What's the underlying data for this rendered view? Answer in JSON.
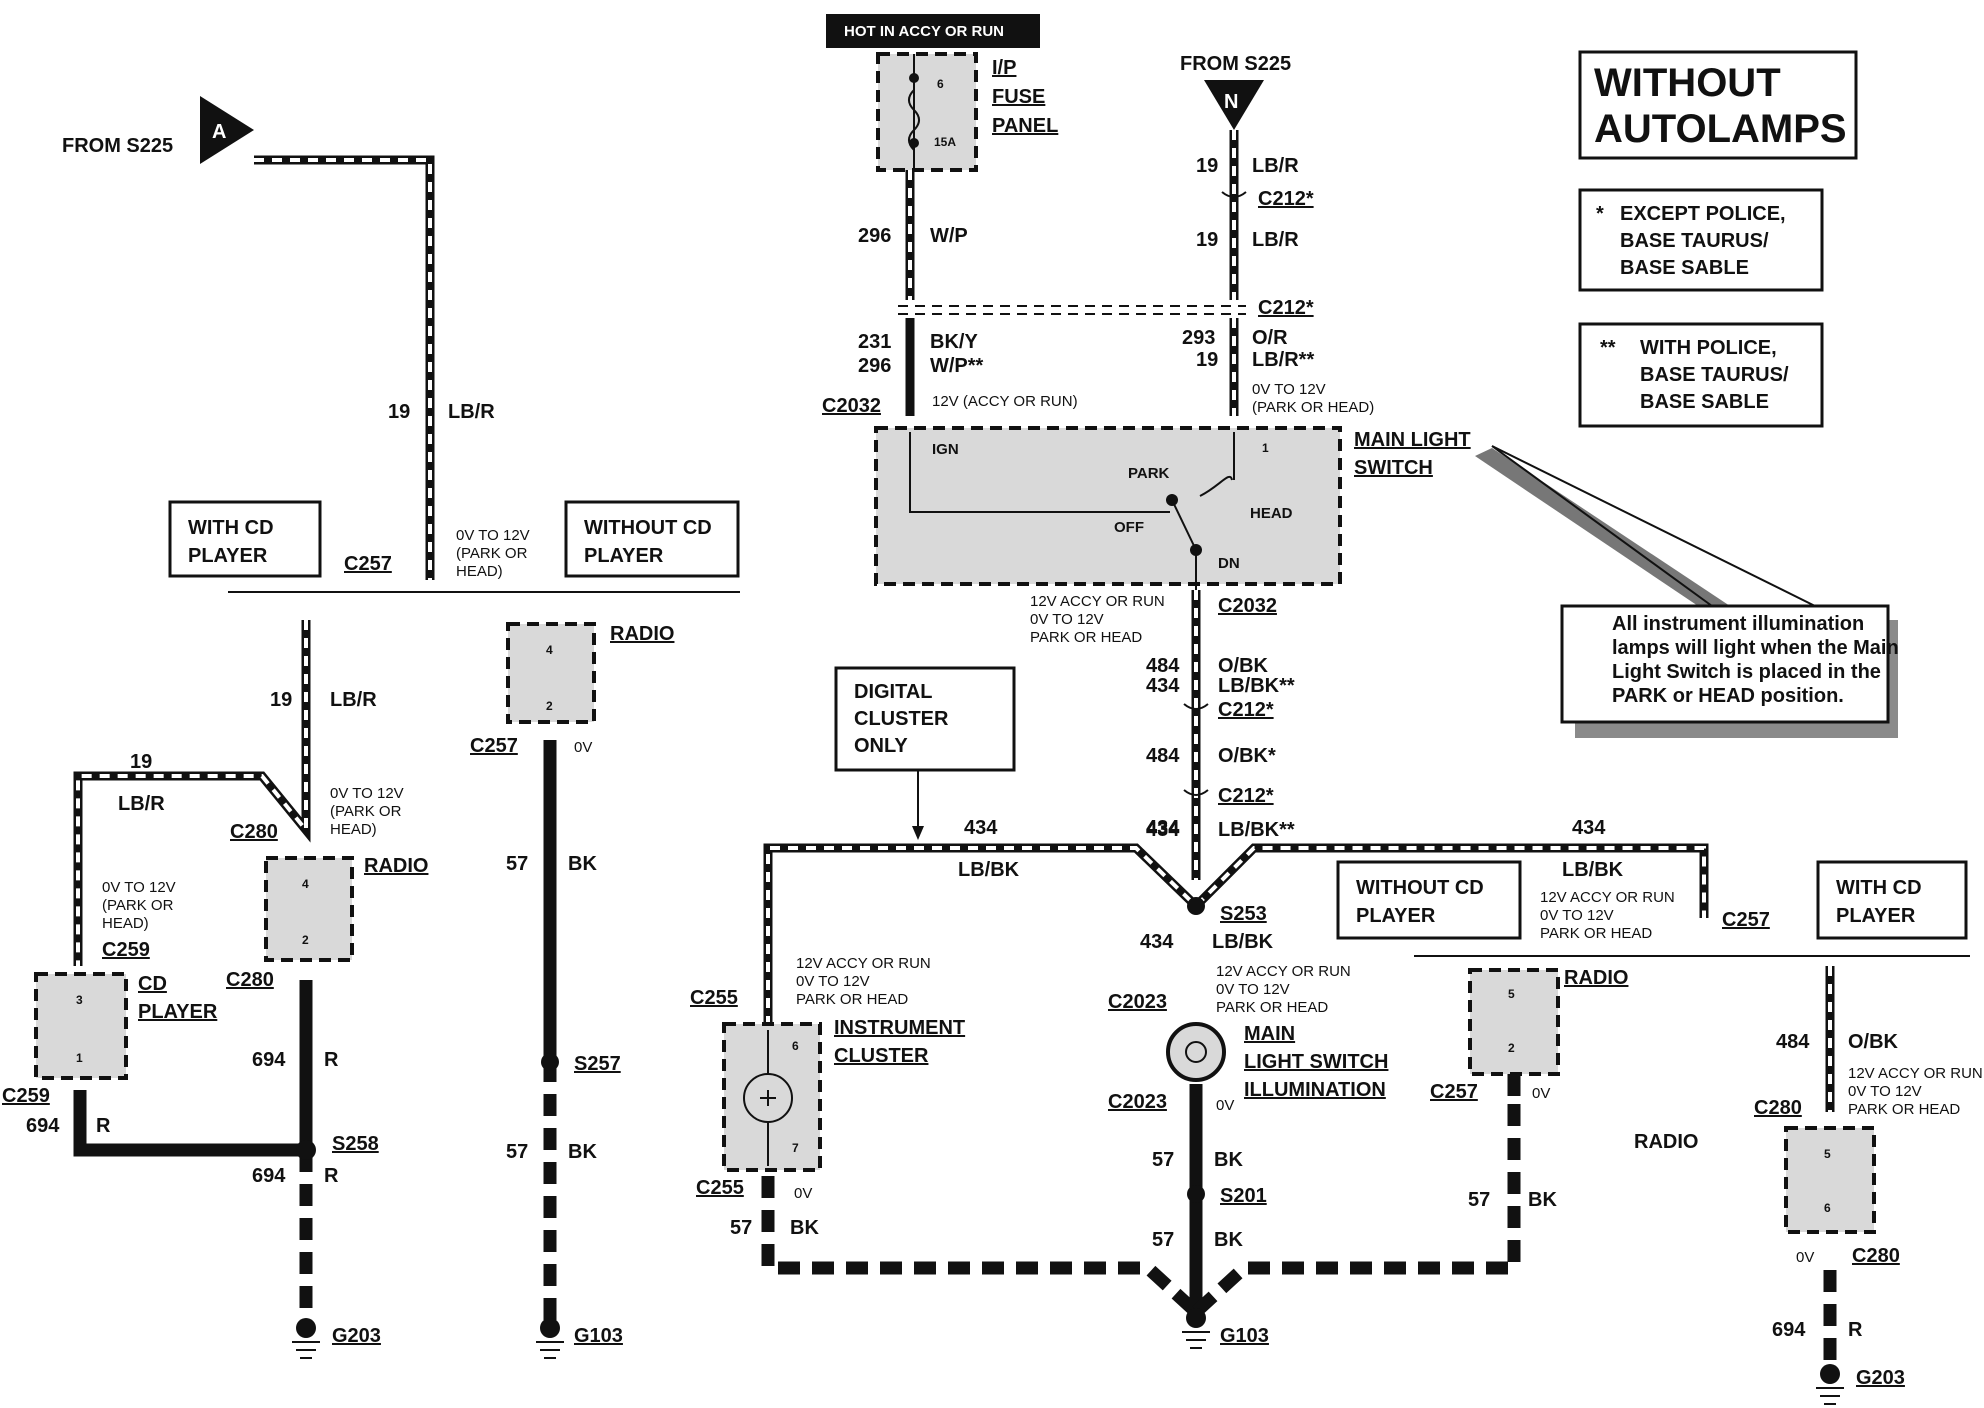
{
  "title_box": {
    "line1": "WITHOUT",
    "line2": "AUTOLAMPS"
  },
  "note_except": {
    "star": "*",
    "line1": "EXCEPT POLICE,",
    "line2": "BASE TAURUS/",
    "line3": "BASE SABLE"
  },
  "note_with": {
    "star": "**",
    "line1": "WITH POLICE,",
    "line2": "BASE TAURUS/",
    "line3": "BASE SABLE"
  },
  "callout": {
    "line1": "All   instrument   illumination",
    "line2": "lamps will light when the Main",
    "line3": "Light Switch is placed in the",
    "line4": "PARK or HEAD position."
  },
  "hot_label": "HOT IN ACCY OR RUN",
  "fuse_panel": {
    "line1": "I/P",
    "line2": "FUSE",
    "line3": "PANEL",
    "fuse_no": "6",
    "amps": "15A"
  },
  "from_a": {
    "text": "FROM S225",
    "letter": "A"
  },
  "from_n": {
    "text": "FROM S225",
    "letter": "N"
  },
  "wire_labels": {
    "c19": "19",
    "lbr": "LB/R",
    "c296": "296",
    "wp": "W/P",
    "c231": "231",
    "bky": "BK/Y",
    "wpss": "W/P**",
    "c293": "293",
    "or": "O/R",
    "lbrss": "LB/R**",
    "c484": "484",
    "obk": "O/BK",
    "c434": "434",
    "lbkss": "LB/BK**",
    "obks": "O/BK*",
    "lbk": "LB/BK",
    "c57": "57",
    "bk": "BK",
    "c694": "694",
    "r": "R"
  },
  "connectors": {
    "c212s": "C212*",
    "c2032": "C2032",
    "c257": "C257",
    "c280": "C280",
    "c259": "C259",
    "c255": "C255",
    "c2023": "C2023",
    "s253": "S253",
    "s201": "S201",
    "s257": "S257",
    "s258": "S258",
    "g103": "G103",
    "g203": "G203"
  },
  "voltages": {
    "accy_run": "12V (ACCY OR RUN)",
    "v012_park": "0V TO 12V",
    "park_or_head_paren": "(PARK OR  HEAD)",
    "v12_accy": "12V ACCY OR RUN",
    "park_or_head": "PARK OR HEAD",
    "paren_park_or": "(PARK OR",
    "head_paren": "HEAD)",
    "v0": "0V",
    "v012": "0V TO 12V"
  },
  "switch": {
    "title1": "MAIN LIGHT",
    "title2": "SWITCH",
    "ign": "IGN",
    "park": "PARK",
    "off": "OFF",
    "head": "HEAD",
    "dn": "DN",
    "pin1": "1"
  },
  "boxes": {
    "with_cd1": "WITH CD",
    "player": "PLAYER",
    "without_cd1": "WITHOUT CD",
    "digital1": "DIGITAL",
    "digital2": "CLUSTER",
    "digital3": "ONLY"
  },
  "components": {
    "radio": "RADIO",
    "cd1": "CD",
    "cd2": "PLAYER",
    "ic1": "INSTRUMENT",
    "ic2": "CLUSTER",
    "mls1": "MAIN",
    "mls2": "LIGHT SWITCH",
    "mls3": "ILLUMINATION"
  },
  "pins": {
    "p1": "1",
    "p2": "2",
    "p3": "3",
    "p4": "4",
    "p5": "5",
    "p6": "6",
    "p7": "7"
  }
}
